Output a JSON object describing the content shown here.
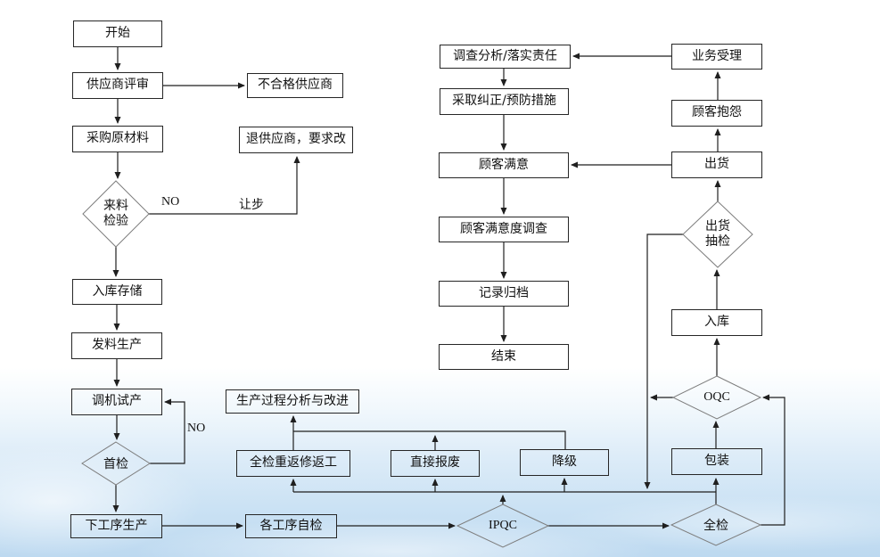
{
  "colors": {
    "connector_line": "#1f1f1f",
    "diamond_stroke": "#7d7d7d",
    "background_top": "#ffffff",
    "background_bottom_blue": "#bdd9f0"
  },
  "flowchart": {
    "nodes": {
      "start": "开始",
      "supplier_review": "供应商评审",
      "unqualified_supplier": "不合格供应商",
      "purchase_raw_materials": "采购原材料",
      "return_to_supplier": "退供应商，要求改",
      "incoming_inspection": "来料检验",
      "warehouse_storage": "入库存储",
      "issue_materials_production": "发料生产",
      "machine_trial_production": "调机试产",
      "first_inspection": "首检",
      "next_process_production": "下工序生产",
      "each_process_self_check": "各工序自检",
      "ipqc": "IPQC",
      "production_process_improvement": "生产过程分析与改进",
      "full_inspection_rework": "全检重返修返工",
      "direct_scrap": "直接报废",
      "downgrade": "降级",
      "full_inspection": "全检",
      "packaging": "包装",
      "oqc": "OQC",
      "warehouse_in": "入库",
      "shipment_sampling": "出货抽检",
      "shipment": "出货",
      "customer_complaint": "顾客抱怨",
      "business_acceptance": "业务受理",
      "investigation_responsibility": "调查分析/落实责任",
      "corrective_preventive_action": "采取纠正/预防措施",
      "customer_satisfaction": "顾客满意",
      "satisfaction_survey": "顾客满意度调查",
      "record_archive": "记录归档",
      "end": "结束"
    },
    "edge_labels": {
      "incoming_no": "NO",
      "concession": "让步",
      "first_check_no": "NO"
    }
  }
}
